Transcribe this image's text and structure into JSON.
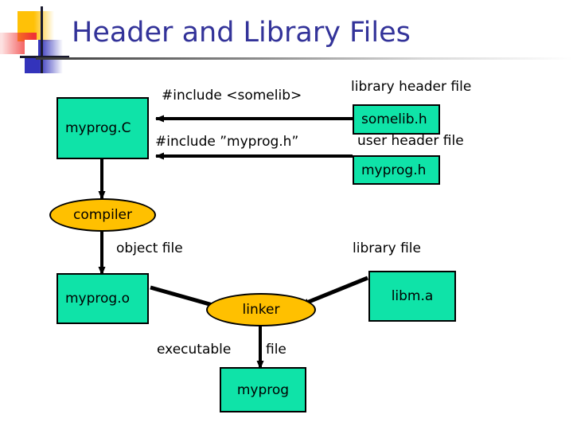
{
  "slide": {
    "title": "Header and Library Files",
    "title_color": "#333399",
    "background": "#ffffff"
  },
  "theme": {
    "box_fill": "#0FE3A8",
    "ellipse_fill": "#FFC000",
    "stroke": "#000000",
    "text": "#000000"
  },
  "logo": {
    "name": "decorative-logo",
    "colors": {
      "yellow": "#FFC107",
      "red": "#F03535",
      "blue": "#3333BB",
      "cross": "#1a1a2e"
    }
  },
  "diagram": {
    "nodes": [
      {
        "id": "myprog-c",
        "label": "myprog.C",
        "shape": "box"
      },
      {
        "id": "somelib-h",
        "label": "somelib.h",
        "shape": "box"
      },
      {
        "id": "myprog-h",
        "label": "myprog.h",
        "shape": "box"
      },
      {
        "id": "compiler",
        "label": "compiler",
        "shape": "ellipse"
      },
      {
        "id": "myprog-o",
        "label": "myprog.o",
        "shape": "box"
      },
      {
        "id": "linker",
        "label": "linker",
        "shape": "ellipse"
      },
      {
        "id": "libm-a",
        "label": "libm.a",
        "shape": "box"
      },
      {
        "id": "myprog",
        "label": "myprog",
        "shape": "box"
      }
    ],
    "edge_labels": [
      {
        "id": "include-somelib",
        "text": "#include <somelib>"
      },
      {
        "id": "include-myprog-h",
        "text": "#include ”myprog.h”"
      },
      {
        "id": "library-header-file",
        "text": "library header file"
      },
      {
        "id": "user-header-file",
        "text": "user header file"
      },
      {
        "id": "object-file",
        "text": "object file"
      },
      {
        "id": "library-file",
        "text": "library file"
      },
      {
        "id": "executable-file-a",
        "text": "executable"
      },
      {
        "id": "executable-file-b",
        "text": "file"
      }
    ]
  }
}
